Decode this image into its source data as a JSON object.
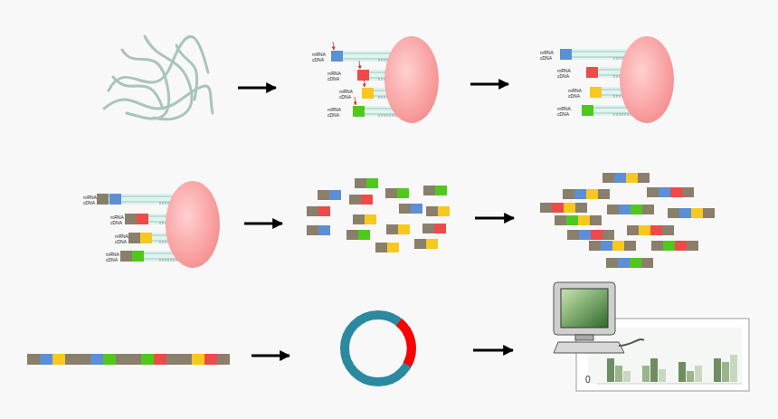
{
  "diagram": {
    "labels": [
      "mRNA",
      "cDNA",
      "mRNA",
      "cDNA",
      "mRNA",
      "cDNA",
      "mRNA",
      "cDNA",
      "mRNA",
      "cDNA",
      "mRNA",
      "cDNA",
      "mRNA",
      "cDNA",
      "mRNA",
      "cDNA",
      "mRNA",
      "cDNA",
      "mRNA",
      "cDNA",
      "mRNA",
      "cDNA",
      "mRNA",
      "cDNA",
      "0"
    ]
  }
}
